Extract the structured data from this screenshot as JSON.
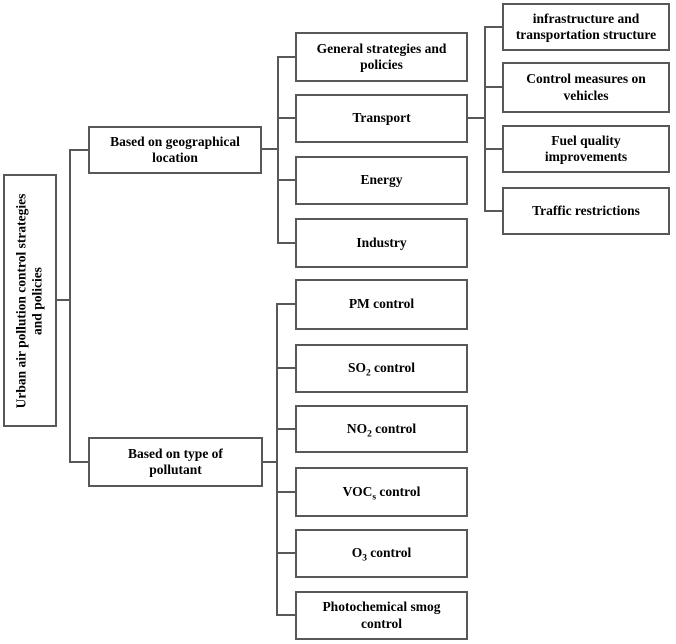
{
  "diagram": {
    "colors": {
      "border": "#58585a",
      "connector": "#58585a",
      "text": "#000000",
      "background": "#ffffff"
    },
    "nodes": {
      "root": {
        "label": "Urban air pollution control strategies and policies",
        "lines": [
          "Urban air pollution control strategies",
          "and policies"
        ]
      },
      "geo": {
        "label": "Based on geographical location",
        "lines": [
          "Based on geographical",
          "location"
        ]
      },
      "pollutant": {
        "label": "Based on type of pollutant",
        "lines": [
          "Based on type of",
          "pollutant"
        ]
      },
      "geo_children": [
        {
          "label": "General strategies and policies",
          "lines": [
            "General strategies and",
            "policies"
          ]
        },
        {
          "label": "Transport",
          "lines": [
            "Transport"
          ]
        },
        {
          "label": "Energy",
          "lines": [
            "Energy"
          ]
        },
        {
          "label": "Industry",
          "lines": [
            "Industry"
          ]
        }
      ],
      "transport_children": [
        {
          "label": "infrastructure and transportation structure",
          "lines": [
            "infrastructure and",
            "transportation structure"
          ]
        },
        {
          "label": "Control measures on vehicles",
          "lines": [
            "Control measures on",
            "vehicles"
          ]
        },
        {
          "label": "Fuel quality improvements",
          "lines": [
            "Fuel quality",
            "improvements"
          ]
        },
        {
          "label": "Traffic restrictions",
          "lines": [
            "Traffic restrictions"
          ]
        }
      ],
      "pollutant_children": [
        {
          "label": "PM control",
          "pre": "PM control",
          "sub": "",
          "post": "",
          "line2": ""
        },
        {
          "label": "SO2 control",
          "pre": "SO",
          "sub": "2",
          "post": " control",
          "line2": ""
        },
        {
          "label": "NO2 control",
          "pre": "NO",
          "sub": "2",
          "post": " control",
          "line2": ""
        },
        {
          "label": "VOCs control",
          "pre": "VOC",
          "sub": "s",
          "post": " control",
          "line2": ""
        },
        {
          "label": "O3 control",
          "pre": "O",
          "sub": "3",
          "post": " control",
          "line2": ""
        },
        {
          "label": "Photochemical smog control",
          "pre": "Photochemical smog",
          "sub": "",
          "post": "",
          "line2": "control"
        }
      ]
    }
  }
}
